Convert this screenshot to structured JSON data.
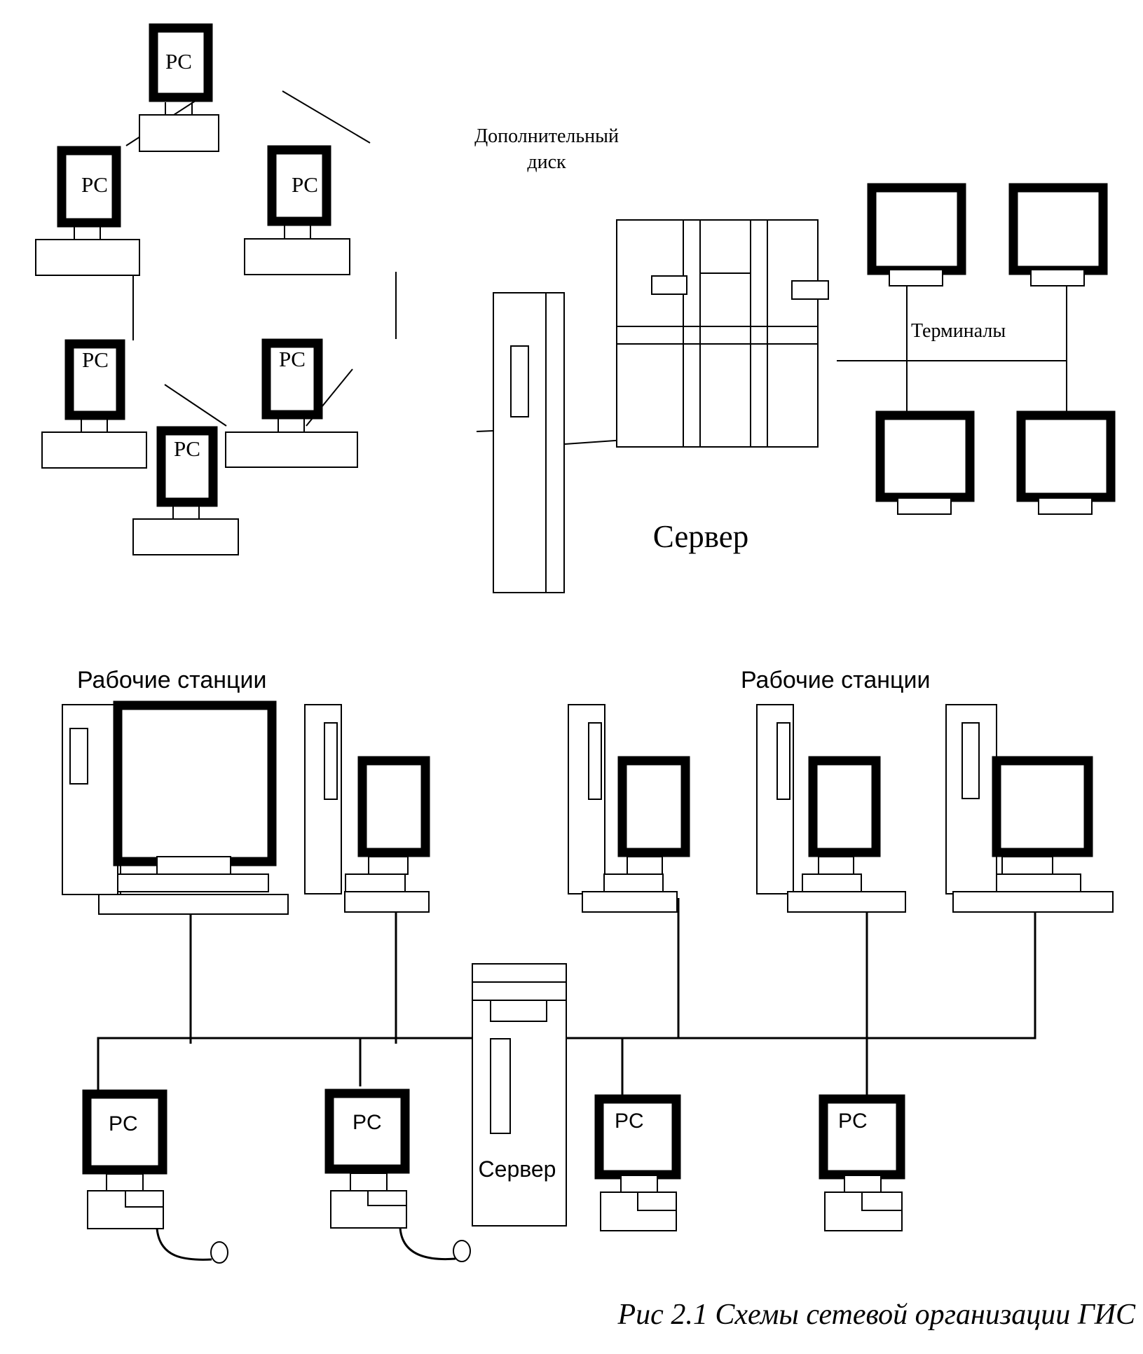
{
  "figure": {
    "caption": "Рис 2.1 Схемы сетевой организации ГИС"
  },
  "top_diagram": {
    "ring_node_label": "PC",
    "ring_nodes": [
      {
        "id": "pc-top",
        "label": "PC"
      },
      {
        "id": "pc-upper-left",
        "label": "PC"
      },
      {
        "id": "pc-upper-right",
        "label": "PC"
      },
      {
        "id": "pc-lower-left",
        "label": "PC"
      },
      {
        "id": "pc-lower-right",
        "label": "PC"
      },
      {
        "id": "pc-bottom",
        "label": "PC"
      }
    ],
    "extra_disk_label_line1": "Дополнительный",
    "extra_disk_label_line2": "диск",
    "server_label": "Сервер",
    "terminals_label": "Терминалы",
    "terminal_count": 4
  },
  "bottom_diagram": {
    "workstations_label_left": "Рабочие станции",
    "workstations_label_right": "Рабочие станции",
    "workstation_count": 5,
    "pc_nodes": [
      {
        "id": "pc-1",
        "label": "PC"
      },
      {
        "id": "pc-2",
        "label": "PC"
      },
      {
        "id": "pc-3",
        "label": "PC"
      },
      {
        "id": "pc-4",
        "label": "PC"
      }
    ],
    "server_label": "Сервер"
  }
}
